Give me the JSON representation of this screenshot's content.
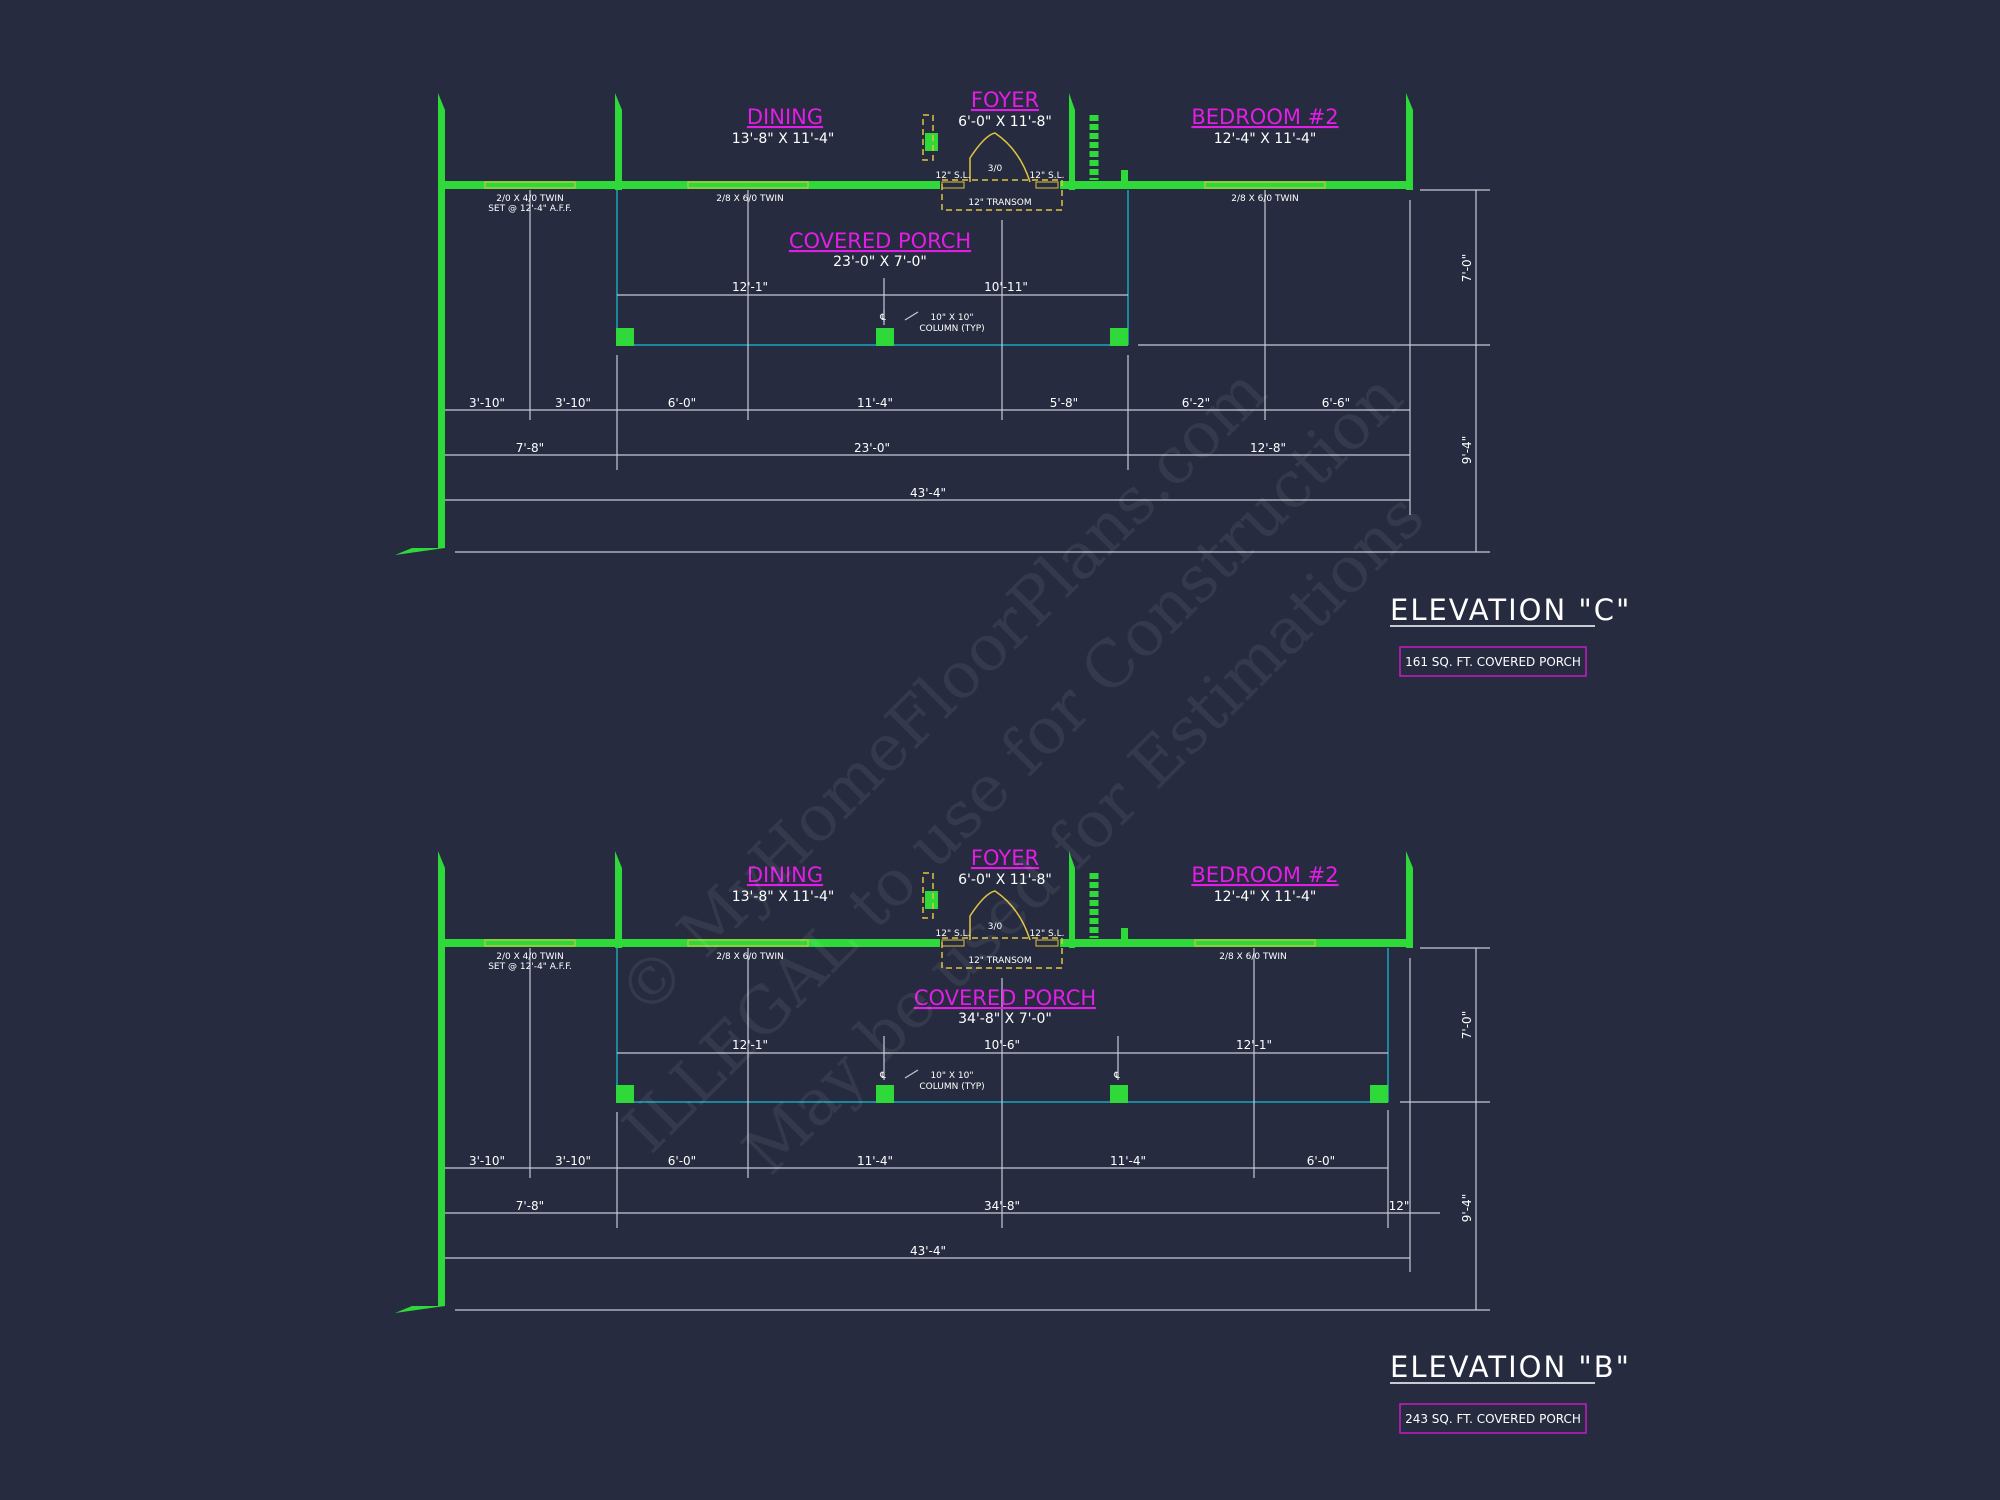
{
  "elevations": [
    {
      "title": "ELEVATION \"C\"",
      "area_label": "161 SQ. FT. COVERED PORCH",
      "rooms": {
        "dining": {
          "name": "DINING",
          "size": "13'-8\" X 11'-4\""
        },
        "foyer": {
          "name": "FOYER",
          "size": "6'-0\" X 11'-8\""
        },
        "bedroom": {
          "name": "BEDROOM #2",
          "size": "12'-4\" X 11'-4\""
        },
        "porch": {
          "name": "COVERED PORCH",
          "size": "23'-0\" X 7'-0\""
        }
      },
      "windows": {
        "left": "2/0 X 4/0 TWIN",
        "left_note": "SET @ 12'-4\" A.F.F.",
        "dining": "2/8 X 6/0 TWIN",
        "bedroom": "2/8 X 6/0 TWIN"
      },
      "door": {
        "sl_left": "12\" S.L.",
        "sl_right": "12\" S.L.",
        "size": "3/0",
        "transom": "12\" TRANSOM"
      },
      "column_note": [
        "10\" X 10\"",
        "COLUMN (TYP)"
      ],
      "porch_dims": [
        "12'-1\"",
        "10'-11\""
      ],
      "row1": [
        "3'-10\"",
        "3'-10\"",
        "6'-0\"",
        "11'-4\"",
        "5'-8\"",
        "6'-2\"",
        "6'-6\""
      ],
      "row2": [
        "7'-8\"",
        "23'-0\"",
        "12'-8\""
      ],
      "overall": "43'-4\"",
      "vert": [
        "7'-0\"",
        "9'-4\""
      ]
    },
    {
      "title": "ELEVATION \"B\"",
      "area_label": "243 SQ. FT. COVERED PORCH",
      "rooms": {
        "dining": {
          "name": "DINING",
          "size": "13'-8\" X 11'-4\""
        },
        "foyer": {
          "name": "FOYER",
          "size": "6'-0\" X 11'-8\""
        },
        "bedroom": {
          "name": "BEDROOM #2",
          "size": "12'-4\" X 11'-4\""
        },
        "porch": {
          "name": "COVERED PORCH",
          "size": "34'-8\" X 7'-0\""
        }
      },
      "windows": {
        "left": "2/0 X 4/0 TWIN",
        "left_note": "SET @ 12'-4\" A.F.F.",
        "dining": "2/8 X 6/0 TWIN",
        "bedroom": "2/8 X 6/0 TWIN"
      },
      "door": {
        "sl_left": "12\" S.L.",
        "sl_right": "12\" S.L.",
        "size": "3/0",
        "transom": "12\" TRANSOM"
      },
      "column_note": [
        "10\" X 10\"",
        "COLUMN (TYP)"
      ],
      "porch_dims": [
        "12'-1\"",
        "10'-6\"",
        "12'-1\""
      ],
      "row1": [
        "3'-10\"",
        "3'-10\"",
        "6'-0\"",
        "11'-4\"",
        "11'-4\"",
        "6'-0\""
      ],
      "row2": [
        "7'-8\"",
        "34'-8\"",
        "12\""
      ],
      "overall": "43'-4\"",
      "vert": [
        "7'-0\"",
        "9'-4\""
      ]
    }
  ],
  "watermark": [
    "© MyHomeFloorPlans.com",
    "ILLEGAL to use for Construction",
    "May be used for Estimations"
  ],
  "colors": {
    "background": "#262b3f",
    "wall": "#2fd93a",
    "room_label": "#e21ee6",
    "porch_line": "#17a6b8",
    "window": "#e0c340",
    "dimension": "#c9c9d6"
  }
}
